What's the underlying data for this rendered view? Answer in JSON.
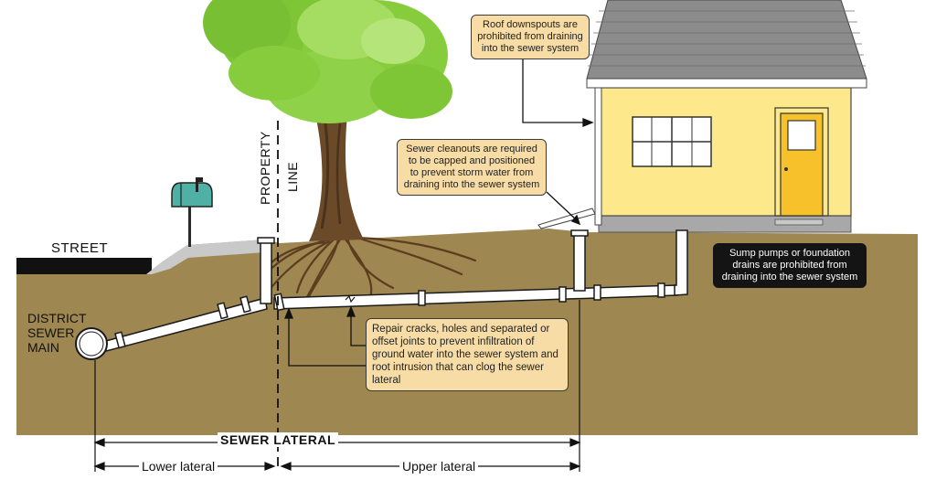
{
  "labels": {
    "street": "STREET",
    "district_sewer_main": "DISTRICT SEWER MAIN",
    "property": "PROPERTY",
    "line": "LINE",
    "sewer_lateral": "SEWER LATERAL",
    "lower_lateral": "Lower lateral",
    "upper_lateral": "Upper lateral"
  },
  "callouts": {
    "downspouts": "Roof downspouts are prohibited from draining into the sewer system",
    "cleanouts": "Sewer cleanouts are required to be capped and positioned to prevent storm water from draining into the sewer system",
    "sump_pumps": "Sump pumps or foundation drains are prohibited from draining into the sewer system",
    "repair": "Repair cracks, holes and separated or offset joints to prevent infiltration of ground water into the sewer system and root intrusion that can clog the sewer lateral"
  },
  "colors": {
    "soil": "#9e8750",
    "callout_fill": "#f7dca5",
    "house_wall": "#fde98b",
    "door": "#f6c12b",
    "roof": "#8c8c8c",
    "foliage": "#7ec636",
    "trunk": "#6b4a2a",
    "mailbox": "#4fb0a5",
    "pipe": "#ffffff"
  },
  "icons": [
    "mailbox-icon",
    "tree-icon",
    "house-icon",
    "pipe-icon",
    "cleanout-icon"
  ]
}
